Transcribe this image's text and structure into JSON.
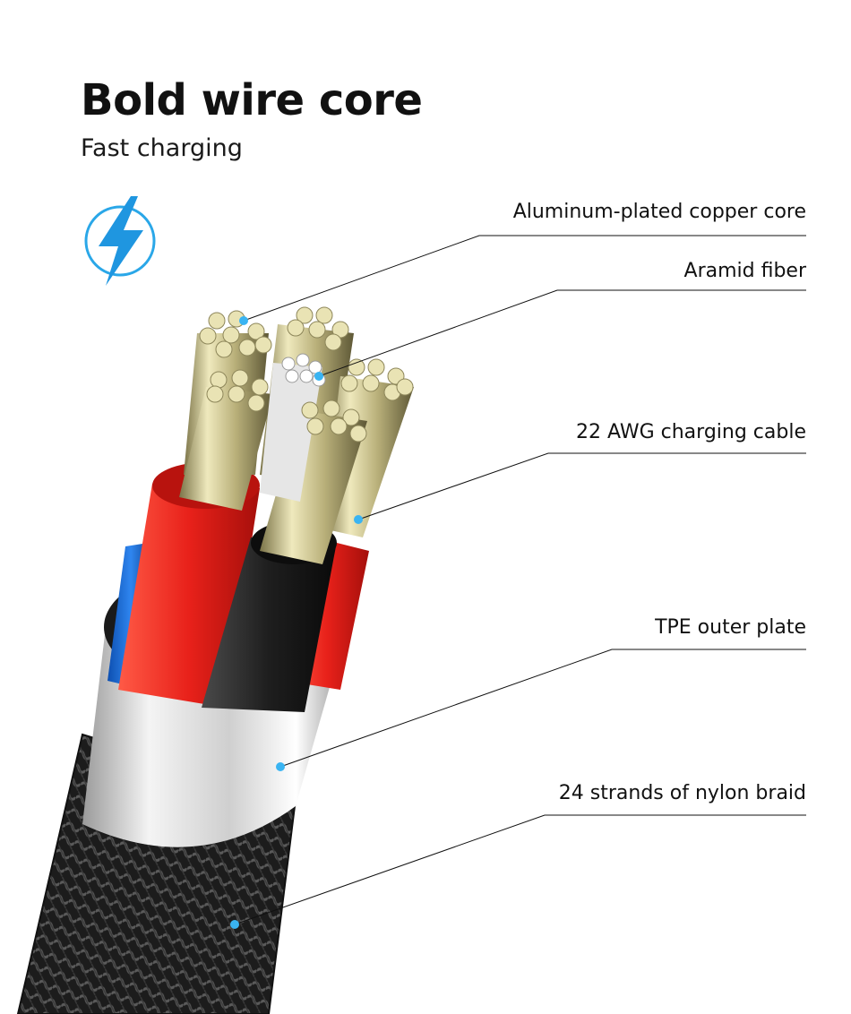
{
  "header": {
    "title": "Bold wire core",
    "subtitle": "Fast charging"
  },
  "icons": {
    "bolt": "lightning-bolt-icon"
  },
  "colors": {
    "accent": "#2aa7e8",
    "leader_dot": "#3ab4f2",
    "text": "#111111",
    "red_sheath": "#e8211a",
    "black_sheath": "#1e1e1e",
    "blue_sheath": "#1e6fd6",
    "copper_strand": "#d6cf9c",
    "braid": "#2a2a2a"
  },
  "callouts": [
    {
      "label": "Aluminum-plated copper core"
    },
    {
      "label": "Aramid fiber"
    },
    {
      "label": "22 AWG charging cable"
    },
    {
      "label": "TPE outer plate"
    },
    {
      "label": "24 strands of nylon braid"
    }
  ]
}
